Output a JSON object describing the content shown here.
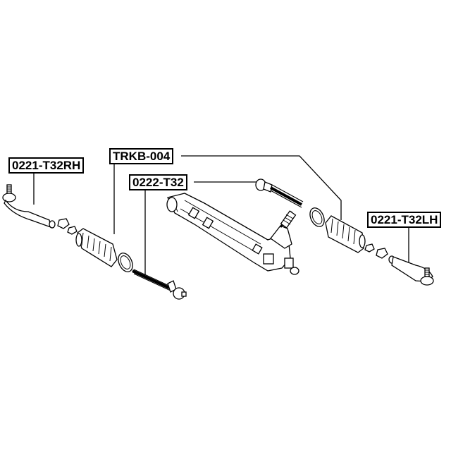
{
  "callouts": {
    "tie_rod_end_rh": "0221-T32RH",
    "boot_kit": "TRKB-004",
    "inner_tie_rod": "0222-T32",
    "tie_rod_end_lh": "0221-T32LH"
  }
}
